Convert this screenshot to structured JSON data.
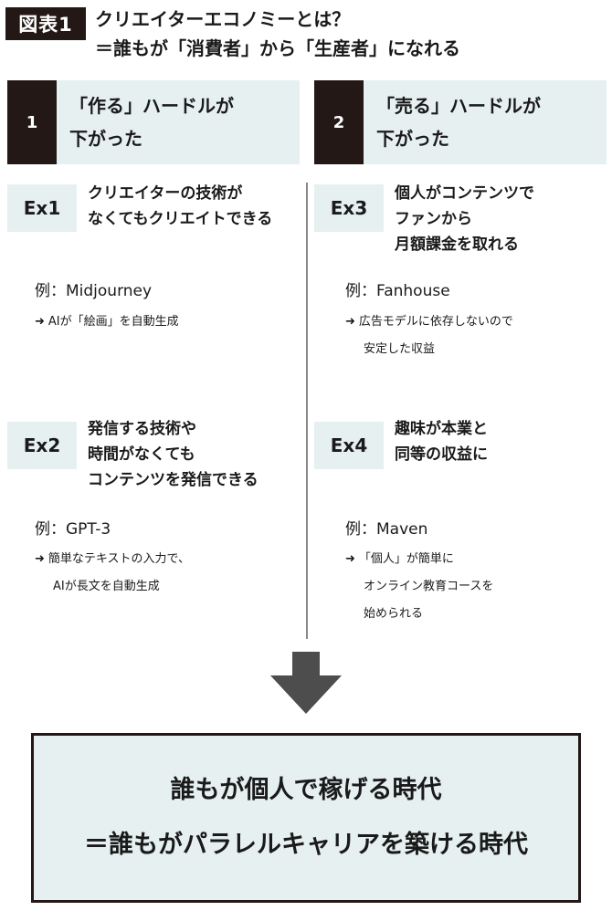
{
  "header": {
    "figure_label": "図表1",
    "title_line1": "クリエイターエコノミーとは？",
    "title_line2": "＝誰もが「消費者」から「生産者」になれる"
  },
  "columns": [
    {
      "number": "1",
      "heading_line1": "「作る」ハードルが",
      "heading_line2": "下がった",
      "examples": [
        {
          "tag": "Ex1",
          "title_lines": [
            "クリエイターの技術が",
            "なくてもクリエイトできる"
          ],
          "example": "例：Midjourney",
          "note_lines": [
            "AIが「絵画」を自動生成"
          ]
        },
        {
          "tag": "Ex2",
          "title_lines": [
            "発信する技術や",
            "時間がなくても",
            "コンテンツを発信できる"
          ],
          "example": "例：GPT-3",
          "note_lines": [
            "簡単なテキストの入力で、",
            "AIが長文を自動生成"
          ]
        }
      ]
    },
    {
      "number": "2",
      "heading_line1": "「売る」ハードルが",
      "heading_line2": "下がった",
      "examples": [
        {
          "tag": "Ex3",
          "title_lines": [
            "個人がコンテンツで",
            "ファンから",
            "月額課金を取れる"
          ],
          "example": "例：Fanhouse",
          "note_lines": [
            "広告モデルに依存しないので",
            "安定した収益"
          ]
        },
        {
          "tag": "Ex4",
          "title_lines": [
            "趣味が本業と",
            "同等の収益に"
          ],
          "example": "例：Maven",
          "note_lines": [
            "「個人」が簡単に",
            "オンライン教育コースを",
            "始められる"
          ]
        }
      ]
    }
  ],
  "conclusion": {
    "line1": "誰もが個人で稼げる時代",
    "line2": "＝誰もがパラレルキャリアを築ける時代"
  },
  "colors": {
    "dark": "#231815",
    "light_teal": "#e6f0f1",
    "divider": "#888888",
    "arrow": "#4d4d4d"
  }
}
